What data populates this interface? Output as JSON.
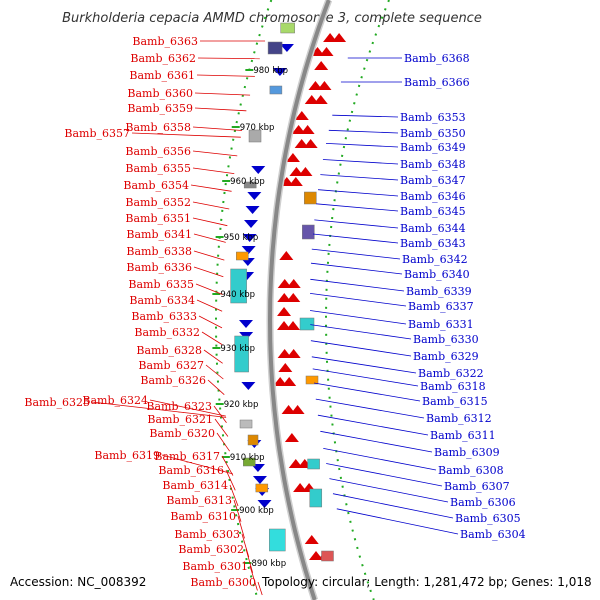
{
  "title": "Burkholderia cepacia AMMD chromosome 3, complete sequence",
  "footer": {
    "accession": "Accession: NC_008392",
    "summary": "Topology: circular; Length: 1,281,472 bp; Genes: 1,018"
  },
  "colors": {
    "forward_strand": "#dd0000",
    "reverse_strand": "#0000cc",
    "backbone": "#888888",
    "ruler_ticks": "#22aa22"
  },
  "scale_ticks": [
    "980 kbp",
    "970 kbp",
    "960 kbp",
    "950 kbp",
    "940 kbp",
    "930 kbp",
    "920 kbp",
    "910 kbp",
    "900 kbp",
    "890 kbp"
  ],
  "left_genes": [
    "Bamb_6363",
    "Bamb_6362",
    "Bamb_6361",
    "Bamb_6360",
    "Bamb_6359",
    "Bamb_6358",
    "Bamb_6357",
    "Bamb_6356",
    "Bamb_6355",
    "Bamb_6354",
    "Bamb_6352",
    "Bamb_6351",
    "Bamb_6341",
    "Bamb_6338",
    "Bamb_6336",
    "Bamb_6335",
    "Bamb_6334",
    "Bamb_6333",
    "Bamb_6332",
    "Bamb_6328",
    "Bamb_6327",
    "Bamb_6326",
    "Bamb_6325",
    "Bamb_6324",
    "Bamb_6323",
    "Bamb_6321",
    "Bamb_6320",
    "Bamb_6319",
    "Bamb_6317",
    "Bamb_6316",
    "Bamb_6314",
    "Bamb_6313",
    "Bamb_6310",
    "Bamb_6303",
    "Bamb_6302",
    "Bamb_6301",
    "Bamb_6300"
  ],
  "right_genes": [
    "Bamb_6368",
    "Bamb_6366",
    "Bamb_6353",
    "Bamb_6350",
    "Bamb_6349",
    "Bamb_6348",
    "Bamb_6347",
    "Bamb_6346",
    "Bamb_6345",
    "Bamb_6344",
    "Bamb_6343",
    "Bamb_6342",
    "Bamb_6340",
    "Bamb_6339",
    "Bamb_6337",
    "Bamb_6331",
    "Bamb_6330",
    "Bamb_6329",
    "Bamb_6322",
    "Bamb_6318",
    "Bamb_6315",
    "Bamb_6312",
    "Bamb_6311",
    "Bamb_6309",
    "Bamb_6308",
    "Bamb_6307",
    "Bamb_6306",
    "Bamb_6305",
    "Bamb_6304"
  ]
}
